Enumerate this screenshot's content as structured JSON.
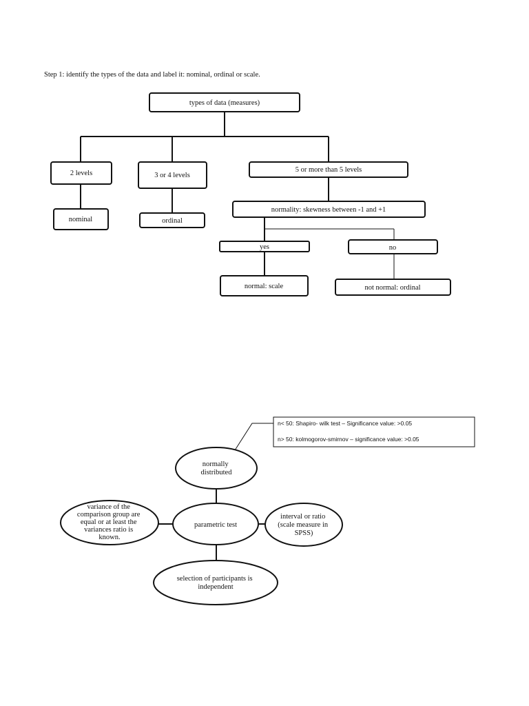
{
  "step1": {
    "instruction": "Step 1: identify the types of the data and label it: nominal, ordinal or scale."
  },
  "tree": {
    "root": "types of data  (measures)",
    "level_2": "2 levels",
    "level_3_4": "3 or 4 levels",
    "level_5plus": "5 or more than 5 levels",
    "nominal": "nominal",
    "ordinal": "ordinal",
    "normality": "normality: skewness  between -1 and +1",
    "yes": "yes",
    "no": "no",
    "normal_scale": "normal: scale",
    "not_normal_ordinal": "not normal: ordinal"
  },
  "parametric": {
    "center": "parametric test",
    "top": [
      "normally",
      "distributed"
    ],
    "left": [
      "variance of the",
      "comparison group  are",
      "equal or at least the",
      "variances ratio  is",
      "known."
    ],
    "right": [
      "interval or ratio",
      "(scale measure in",
      "SPSS)"
    ],
    "bottom": [
      "selection of participants is",
      "independent"
    ],
    "note": {
      "line1": "n< 50: Shapiro- wilk test – Significance value: >0.05",
      "line2": "n> 50: kolmogorov-smirnov – significance value: >0.05"
    }
  }
}
